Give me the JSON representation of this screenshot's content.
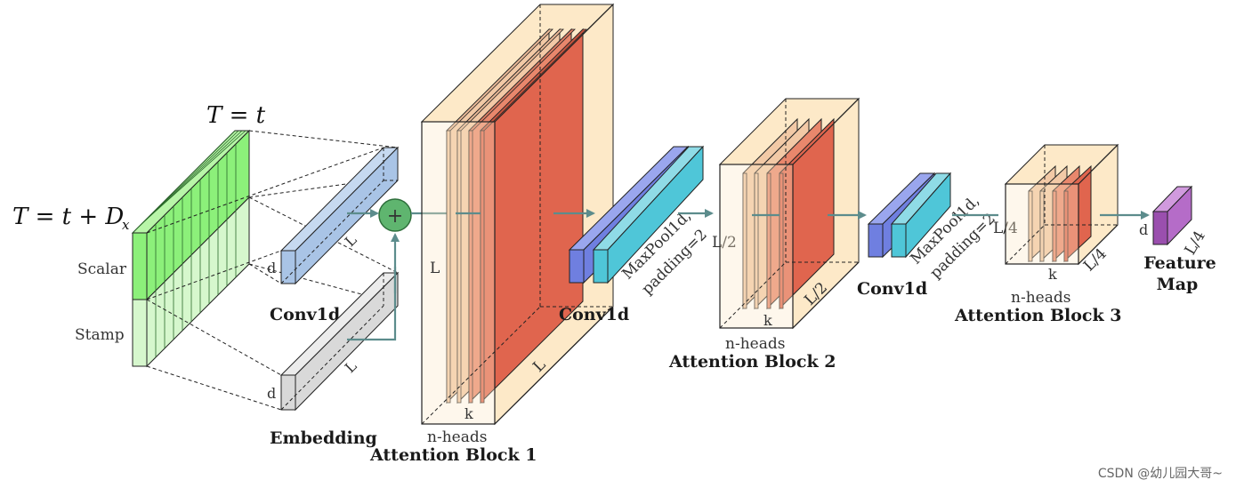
{
  "labels": {
    "t_top": "T = t",
    "t_side": "T = t + D",
    "t_side_sub": "x",
    "scalar": "Scalar",
    "stamp": "Stamp",
    "conv1d_1": "Conv1d",
    "embedding": "Embedding",
    "dim_d": "d",
    "dim_L": "L",
    "attn1": "Attention Block 1",
    "attn1_L": "L",
    "attn1_k": "k",
    "attn1_nheads": "n-heads",
    "conv1d_2": "Conv1d",
    "maxpool1_line1": "MaxPool1d,",
    "maxpool1_line2": "padding=2",
    "attn2_in": "L/2",
    "attn2": "Attention Block 2",
    "attn2_k": "k",
    "attn2_L": "L/2",
    "attn2_nheads": "n-heads",
    "conv1d_3": "Conv1d",
    "maxpool2_line1": "MaxPool1d,",
    "maxpool2_line2": "padding=2",
    "attn3_in": "L/4",
    "attn3": "Attention Block 3",
    "attn3_k": "k",
    "attn3_L": "L/4",
    "attn3_nheads": "n-heads",
    "feature_d": "d",
    "feature_L": "L/4",
    "feature_line1": "Feature",
    "feature_line2": "Map",
    "plus": "+",
    "watermark": "CSDN @幼儿园大哥~"
  },
  "colors": {
    "scalar_green": "#8cf07a",
    "stamp_green": "#d6f7cd",
    "conv_blue": "#a9c4e6",
    "embed_gray": "#d9d9d9",
    "attn_block": "#fde9c8",
    "attn_slice_light": "#f2c9a6",
    "attn_slice_red": "#e0654e",
    "conv_dark_blue": "#6f7fe0",
    "conv_cyan": "#4fc6d8",
    "feature_purple": "#b56cc8",
    "arrow": "#5c8c8c",
    "plus_green": "#5fb56f"
  }
}
